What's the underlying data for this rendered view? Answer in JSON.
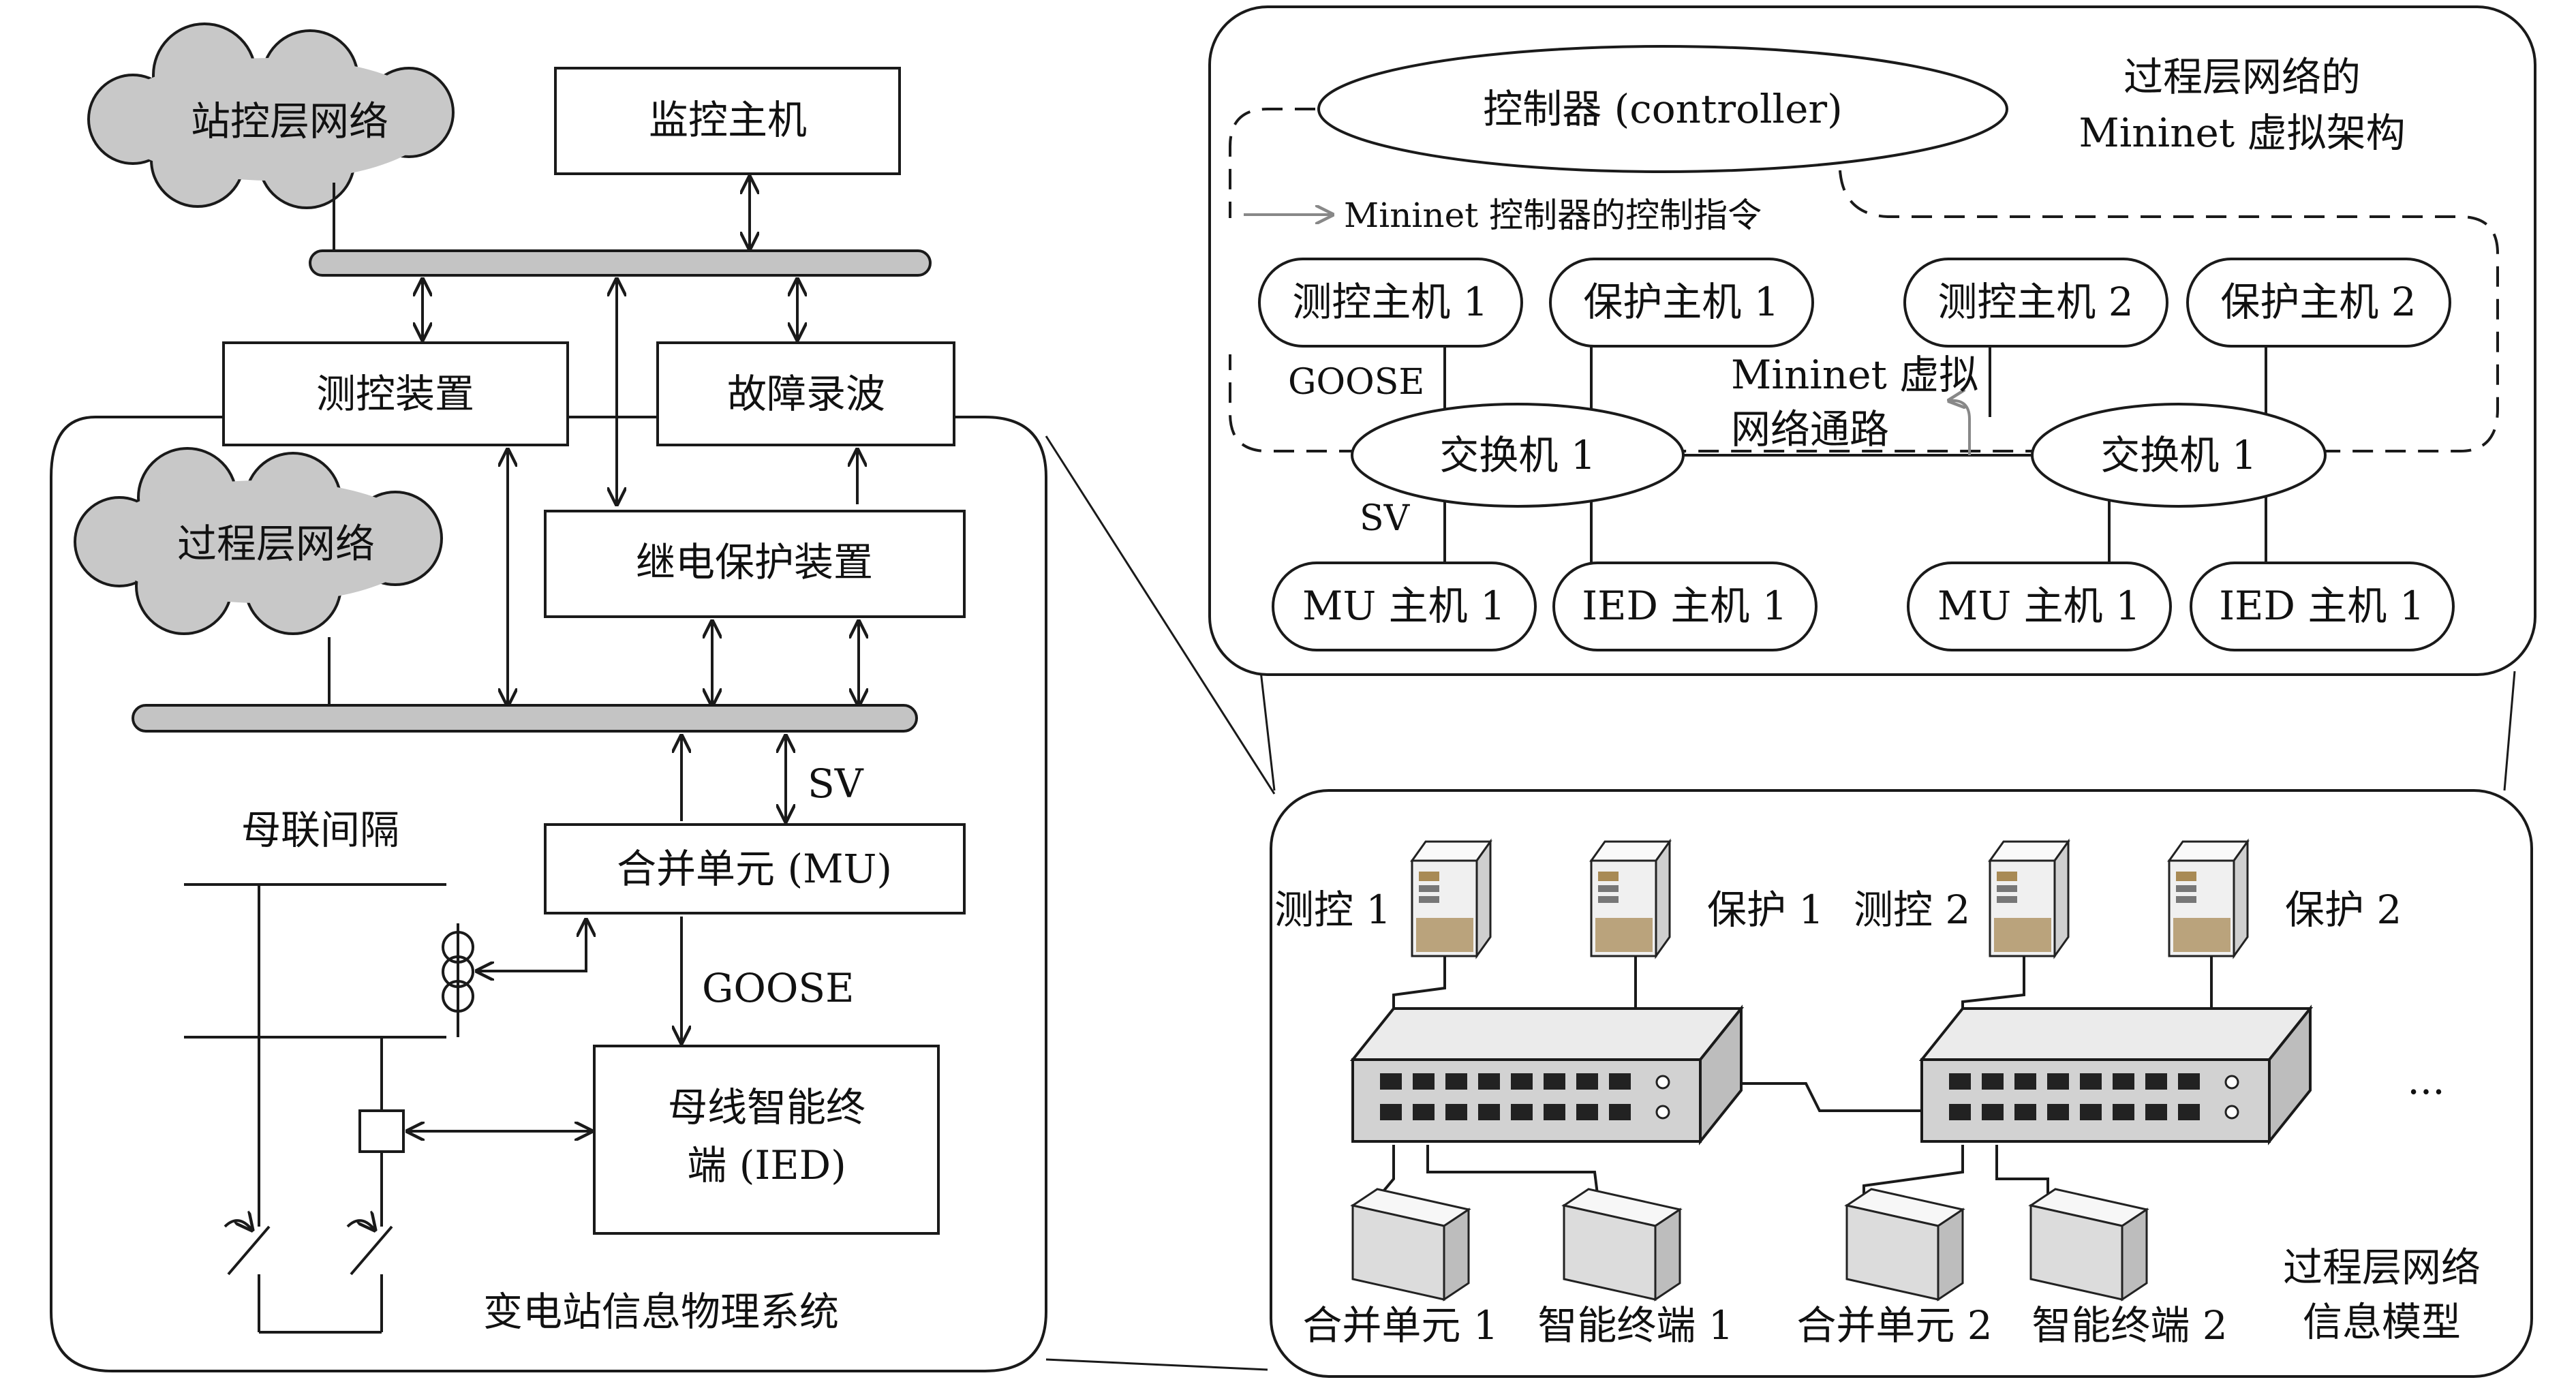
{
  "left_panel": {
    "station_cloud": "站控层网络",
    "monitor_host": "监控主机",
    "measure_control_device": "测控装置",
    "fault_recorder": "故障录波",
    "process_cloud": "过程层网络",
    "relay_protection_device": "继电保护装置",
    "sv_label": "SV",
    "bus_coupler_bay": "母联间隔",
    "merging_unit": "合并单元 (MU)",
    "goose_label": "GOOSE",
    "ied_line1": "母线智能终",
    "ied_line2": "端 (IED)",
    "panel_caption": "变电站信息物理系统"
  },
  "mininet_panel": {
    "controller": "控制器 (controller)",
    "title_line1": "过程层网络的",
    "title_line2": "Mininet 虚拟架构",
    "control_instruction": "Mininet 控制器的控制指令",
    "hosts_top": [
      "测控主机 1",
      "保护主机 1",
      "测控主机 2",
      "保护主机 2"
    ],
    "goose_label": "GOOSE",
    "virtual_path_line1": "Mininet 虚拟",
    "virtual_path_line2": "网络通路",
    "switch_left": "交换机 1",
    "switch_right": "交换机 1",
    "sv_label": "SV",
    "hosts_bottom": [
      "MU 主机 1",
      "IED 主机 1",
      "MU 主机 1",
      "IED 主机 1"
    ]
  },
  "info_panel": {
    "server_labels": [
      "测控 1",
      "保护 1",
      "测控 2",
      "保护 2"
    ],
    "ellipsis": "...",
    "device_labels": [
      "合并单元 1",
      "智能终端 1",
      "合并单元 2",
      "智能终端 2"
    ],
    "caption_line1": "过程层网络",
    "caption_line2": "信息模型"
  },
  "colors": {
    "line": "#1a1a1a",
    "cloud_fill": "#c8c8c8",
    "bus_fill": "#c4c4c4",
    "switch_front": "#d2d2d2",
    "switch_top": "#ebebeb",
    "server_body": "#f0f0f0",
    "server_accent": "#a88a55"
  }
}
